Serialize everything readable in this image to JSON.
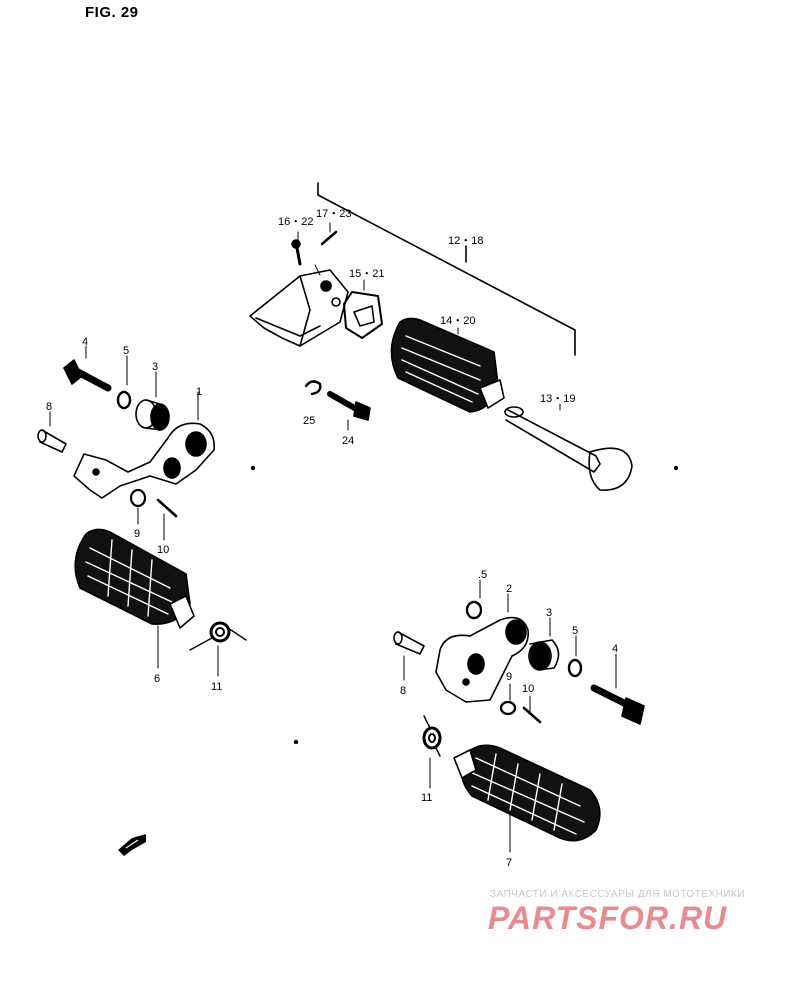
{
  "figure": {
    "title": "FIG. 29"
  },
  "callouts": {
    "c_16_22": "16・22",
    "c_17_23": "17・23",
    "c_12_18": "12・18",
    "c_15_21": "15・21",
    "c_14_20": "14・20",
    "c_13_19": "13・19",
    "c_25": "25",
    "c_24": "24",
    "c_4a": "4",
    "c_5a": "5",
    "c_3a": "3",
    "c_1": "1",
    "c_8a": "8",
    "c_9a": "9",
    "c_10a": "10",
    "c_6": "6",
    "c_11a": "11",
    "c_5b": ".5",
    "c_2": "2",
    "c_3b": "3",
    "c_5c": "5",
    "c_4b": "4",
    "c_8b": "8",
    "c_9b": "9",
    "c_10b": "10",
    "c_11b": "11",
    "c_7": "7"
  },
  "watermark": {
    "tagline": "ЗАПЧАСТИ И АКСЕССУАРЫ ДЛЯ МОТОТЕХНИКИ",
    "logo": "PARTSFOR.RU"
  },
  "colors": {
    "ink": "#000000",
    "background": "#ffffff",
    "watermark_text": "#c9c9c9",
    "watermark_logo": "#e88a8e"
  },
  "icons": {
    "direction_arrow": "front-arrow-icon"
  }
}
